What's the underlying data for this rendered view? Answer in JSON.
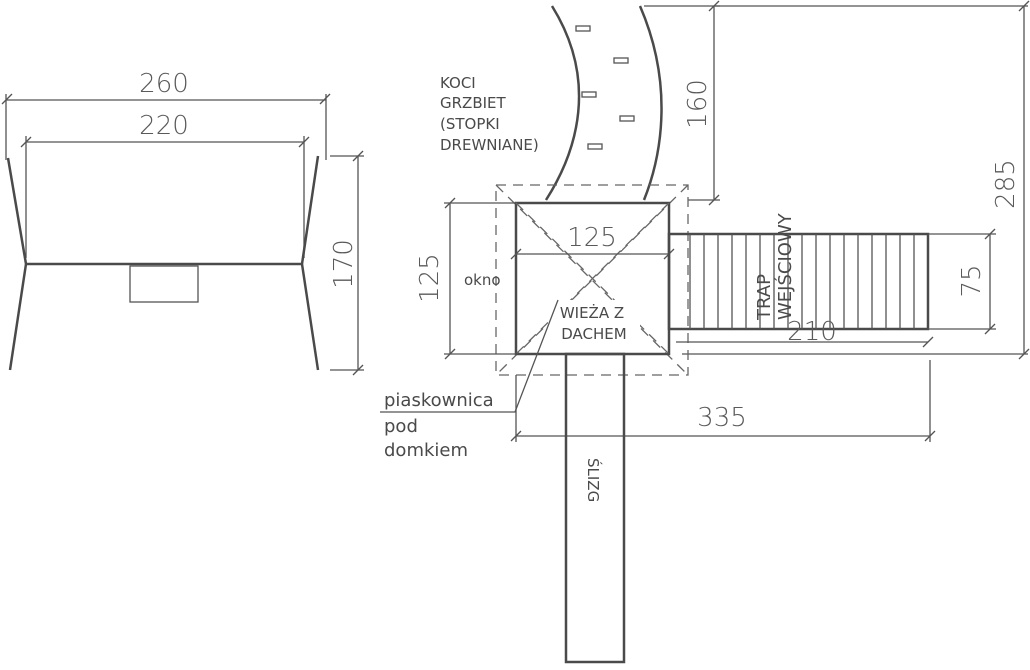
{
  "drawing": {
    "dimensions": {
      "side_top_width": "260",
      "side_inner_width": "220",
      "side_height": "170",
      "tower_width": "125",
      "tower_depth": "125",
      "ridge_length": "160",
      "total_length": "285",
      "ramp_width": "75",
      "ramp_length": "210",
      "total_width": "335"
    },
    "labels": {
      "ridge": [
        "KOCI",
        "GRZBIET",
        "(STOPKI",
        "DREWNIANE)"
      ],
      "window": "okno",
      "tower": [
        "WIEŻA Z",
        "DACHEM"
      ],
      "ramp": [
        "TRAP",
        "WEJŚCIOWY"
      ],
      "sandbox": [
        "piaskownica",
        "pod",
        "domkiem"
      ],
      "slide": "ŚLIZG"
    }
  }
}
